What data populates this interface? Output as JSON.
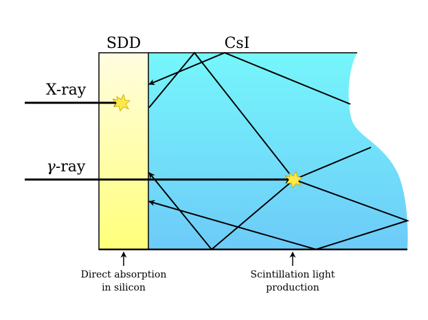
{
  "labels": {
    "sdd": "SDD",
    "csi": "CsI",
    "xray": "X-ray",
    "gamma_symbol": "γ",
    "gamma_suffix": "-ray",
    "direct_line1": "Direct absorption",
    "direct_line2": "in silicon",
    "scint_line1": "Scintillation light",
    "scint_line2": "production"
  },
  "colors": {
    "sdd_top": "#fffde0",
    "sdd_bottom": "#ffff7a",
    "csi_top": "#76f6fb",
    "csi_bottom": "#6dcbf8",
    "flash": "#ffe84a",
    "stroke": "#000000"
  }
}
